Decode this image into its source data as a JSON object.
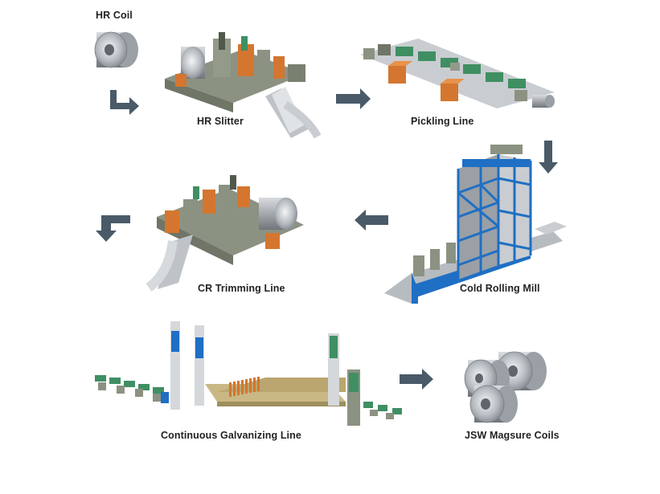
{
  "stages": [
    {
      "id": "hr-coil",
      "label": "HR Coil"
    },
    {
      "id": "hr-slitter",
      "label": "HR Slitter"
    },
    {
      "id": "pickling-line",
      "label": "Pickling Line"
    },
    {
      "id": "cold-rolling-mill",
      "label": "Cold Rolling Mill"
    },
    {
      "id": "cr-trimming-line",
      "label": "CR Trimming Line"
    },
    {
      "id": "continuous-galvanizing-line",
      "label": "Continuous Galvanizing Line"
    },
    {
      "id": "jsw-magsure-coils",
      "label": "JSW Magsure Coils"
    }
  ],
  "colors": {
    "arrow": "#4a5a68",
    "machine_grey": "#8c9282",
    "machine_orange": "#d4762f",
    "machine_green": "#3f8f63",
    "mill_blue": "#1f6fc4",
    "steel": "#b9bec3"
  }
}
